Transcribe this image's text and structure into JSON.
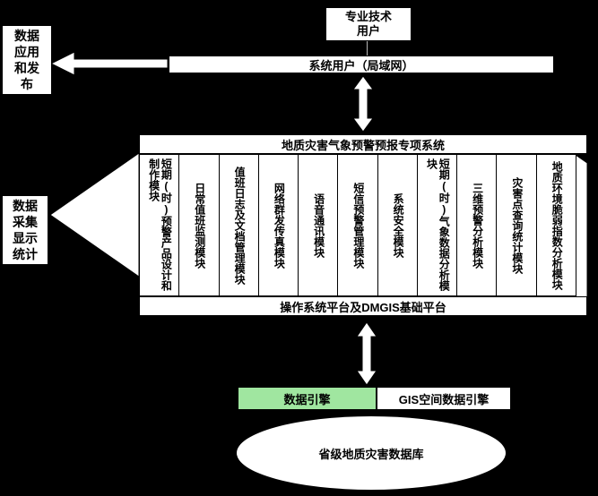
{
  "diagram": {
    "top_user": "专业技术用户",
    "lan_bar": "系统用户（局域网）",
    "publish_box": "数据应用和发布",
    "collect_box": "数据采集显示统计",
    "system_title": "地质灾害气象预警预报专项系统",
    "modules": [
      "短期(时)预警产品设计和制作模块",
      "日常值班监测模块",
      "值班日志及文档管理模块",
      "网络群发传真模块",
      "语音通讯模块",
      "短信预警管理模块",
      "系统安全模块",
      "短期(时)气象数据分析模块",
      "三维预警分析模块",
      "灾害点查询统计模块",
      "地质环境脆弱指数分析模块"
    ],
    "platform_bar": "操作系统平台及DMGIS基础平台",
    "data_engine": "数据引擎",
    "gis_engine": "GIS空间数据引擎",
    "database": "省级地质灾害数据库",
    "colors": {
      "background": "#000000",
      "box_fill": "#ffffff",
      "engine_green": "#a0e6a0",
      "text": "#000000"
    }
  }
}
